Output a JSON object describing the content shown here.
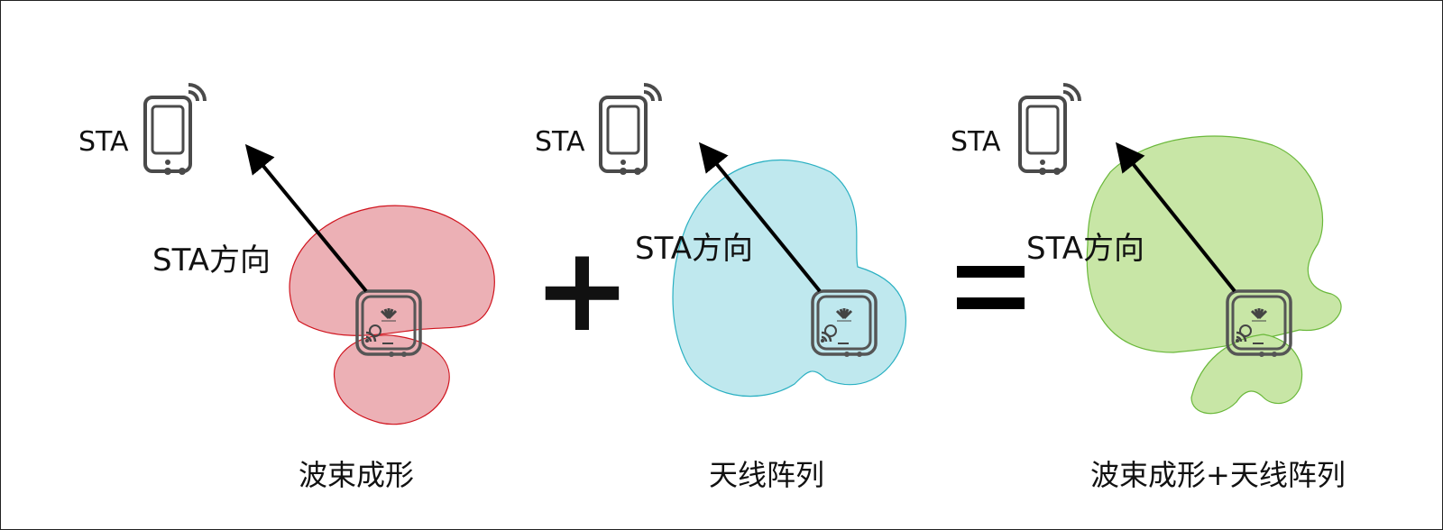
{
  "panels": [
    {
      "sta_label": "STA",
      "direction_label": "STA方向",
      "caption": "波束成形",
      "pattern_fill": "#ecb0b5",
      "pattern_stroke": "#d0141e"
    },
    {
      "sta_label": "STA",
      "direction_label": "STA方向",
      "caption": "天线阵列",
      "pattern_fill": "#bfe8ee",
      "pattern_stroke": "#2ab0c2"
    },
    {
      "sta_label": "STA",
      "direction_label": "STA方向",
      "caption": "波束成形+天线阵列",
      "pattern_fill": "#c8e6a6",
      "pattern_stroke": "#6ab83a"
    }
  ],
  "operators": {
    "plus": "+",
    "equals": "="
  },
  "icons": {
    "station": "smartphone-wifi-icon",
    "access_point": "huawei-wifi6-ap-icon",
    "direction": "arrow-icon"
  }
}
